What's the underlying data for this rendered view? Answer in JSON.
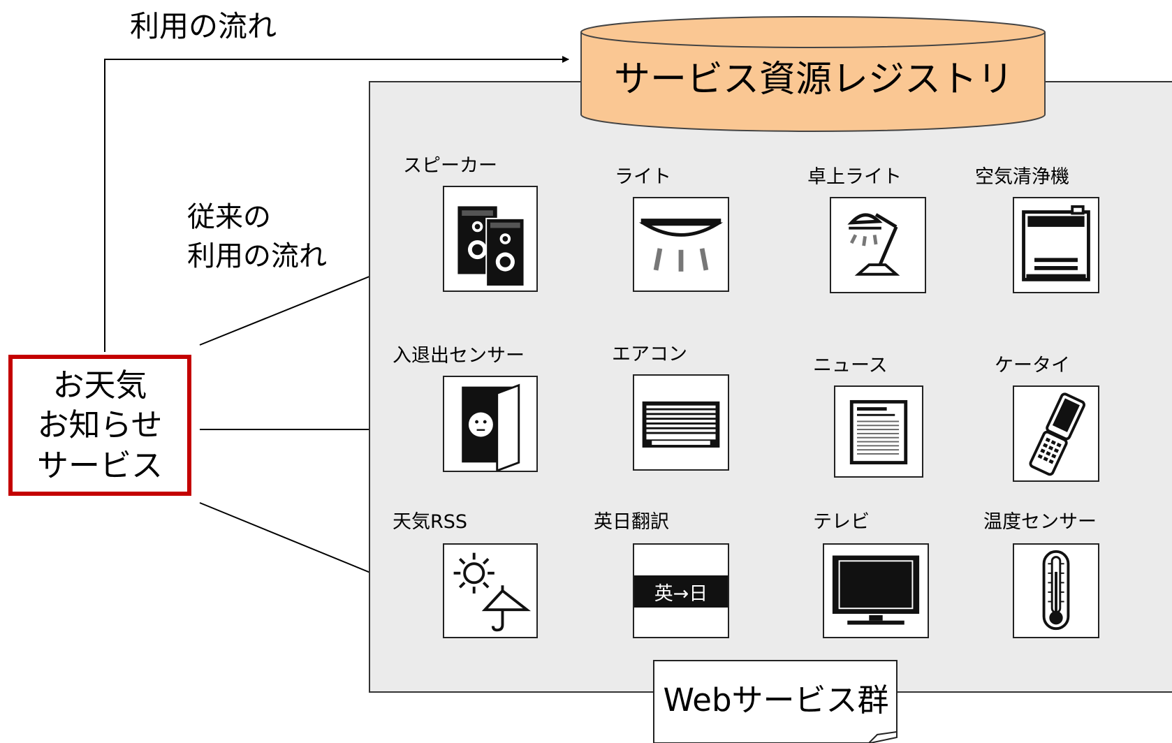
{
  "flow": {
    "new_flow_label": "利用の流れ",
    "old_flow_label_line1": "従来の",
    "old_flow_label_line2": "利用の流れ"
  },
  "source_service": {
    "line1": "お天気",
    "line2": "お知らせ",
    "line3": "サービス"
  },
  "registry": {
    "label": "サービス資源レジストリ",
    "fill_color": "#fac793"
  },
  "web_services": {
    "group_label": "Webサービス群",
    "items": [
      {
        "label": "スピーカー",
        "icon": "speaker-icon"
      },
      {
        "label": "ライト",
        "icon": "light-icon"
      },
      {
        "label": "卓上ライト",
        "icon": "desk-lamp-icon"
      },
      {
        "label": "空気清浄機",
        "icon": "air-purifier-icon"
      },
      {
        "label": "入退出センサー",
        "icon": "door-sensor-icon"
      },
      {
        "label": "エアコン",
        "icon": "air-conditioner-icon"
      },
      {
        "label": "ニュース",
        "icon": "news-icon"
      },
      {
        "label": "ケータイ",
        "icon": "mobile-phone-icon"
      },
      {
        "label": "天気RSS",
        "icon": "weather-rss-icon"
      },
      {
        "label": "英日翻訳",
        "icon": "translation-icon",
        "icon_text": "英→日"
      },
      {
        "label": "テレビ",
        "icon": "tv-icon"
      },
      {
        "label": "温度センサー",
        "icon": "thermometer-icon"
      }
    ]
  },
  "colors": {
    "source_border": "#c40000",
    "panel_background": "#ebebeb"
  }
}
